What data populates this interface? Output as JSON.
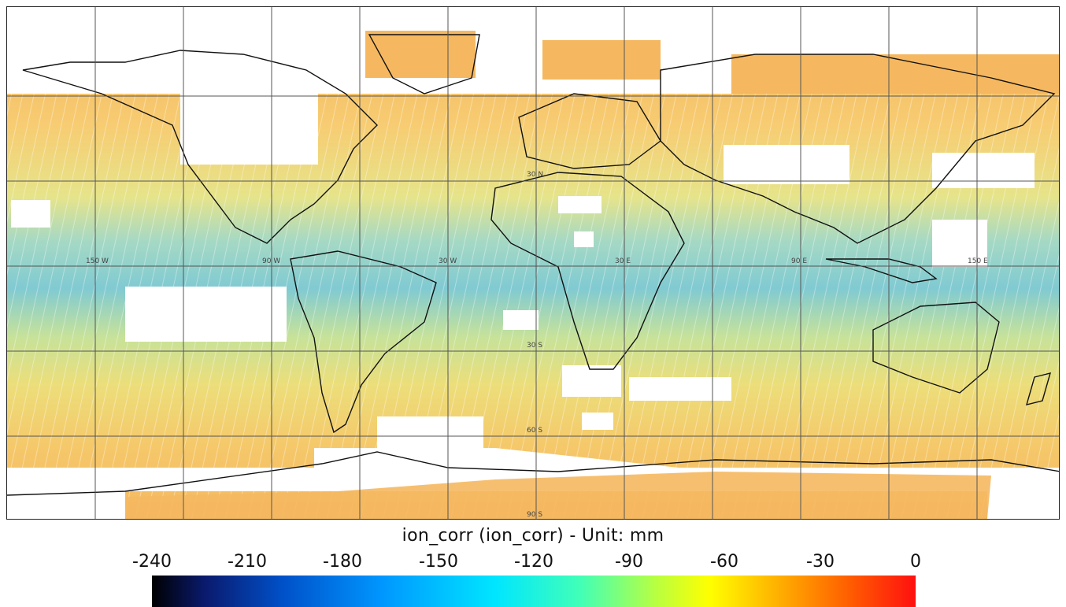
{
  "map": {
    "title": "ion_corr  (ion_corr)  -  Unit: mm",
    "lat_labels": [
      "30 N",
      "30 S",
      "60 S",
      "90 S"
    ],
    "lon_labels": [
      "150 W",
      "90 W",
      "30 W",
      "30 E",
      "90 E",
      "150 E"
    ],
    "colorbar": {
      "ticks": [
        "-240",
        "-210",
        "-180",
        "-150",
        "-120",
        "-90",
        "-60",
        "-30",
        "0"
      ],
      "min": -240,
      "max": 0,
      "colors": [
        "#000000",
        "#0a1a6e",
        "#0050c8",
        "#0096ff",
        "#00e6ff",
        "#40ffb8",
        "#b8ff40",
        "#ffff00",
        "#ffb000",
        "#ff6000",
        "#ff1010"
      ]
    },
    "data_colors": {
      "polar": "#f5b860",
      "midlat": "#f7d070",
      "subtropic": "#e8e880",
      "tropic": "#a8dcc0",
      "equator": "#7cc8d0"
    }
  }
}
